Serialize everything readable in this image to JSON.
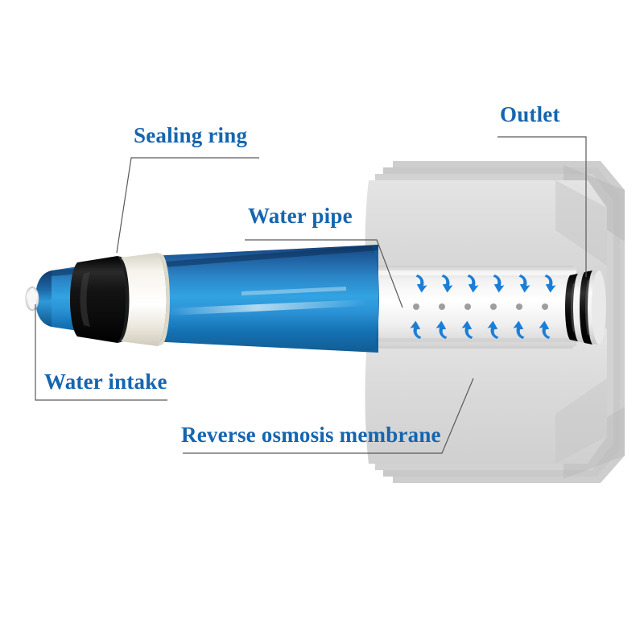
{
  "figure": {
    "title": "Reverse osmosis membrane element cut-away diagram",
    "background_color": "#ffffff",
    "label_color": "#1565b0",
    "leader_line_color": "#555555",
    "accent_arrow_color": "#1b7ed6"
  },
  "labels": {
    "sealing_ring": "Sealing ring",
    "outlet": "Outlet",
    "water_pipe": "Water pipe",
    "water_intake": "Water intake",
    "reverse_osmosis_membrane": "Reverse osmosis membrane"
  },
  "components": {
    "blue_tube": {
      "name": "blue outer pressure vessel wrap",
      "colors": [
        "#1a4f8a",
        "#2e9fe0",
        "#0d6cb0",
        "#18568f"
      ]
    },
    "black_sealing_ring": {
      "name": "black sealing ring",
      "color": "#111111"
    },
    "white_brine_band": {
      "name": "white brine seal band",
      "color": "#efece3"
    },
    "intake_nub": {
      "name": "water intake nub",
      "color": "#e8e8e8"
    },
    "membrane_sheets": {
      "name": "stacked reverse osmosis membrane sheets",
      "layer_count": 4,
      "colors": [
        "#d9d9d9",
        "#c9c9c9",
        "#bfbfbf",
        "#e2e2e2"
      ]
    },
    "permeate_tube": {
      "name": "central permeate water pipe",
      "color": "#f3f3f3"
    },
    "outlet_orings": {
      "name": "outlet o-rings",
      "count": 2,
      "color": "#0d0d0d"
    },
    "flow_arrows": {
      "name": "water flow arrows into permeate tube",
      "columns": 6,
      "rows": 2,
      "color": "#1b7ed6"
    },
    "permeate_holes": {
      "name": "permeate tube perforations",
      "count": 6,
      "color": "#9e9e9e"
    }
  }
}
